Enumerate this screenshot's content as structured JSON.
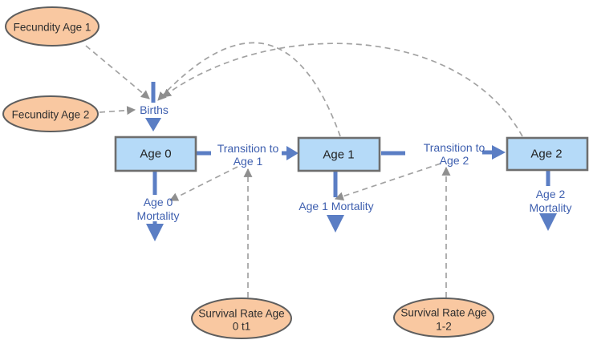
{
  "diagram": {
    "type": "stock-and-flow age cohort model",
    "colors": {
      "stock_fill": "#B5DAF8",
      "stock_border": "#6E6E6E",
      "variable_fill": "#F9C8A1",
      "variable_border": "#5E5E5E",
      "flow_blue": "#5B7EC4",
      "flow_label_blue": "#3E5FAF",
      "connector_gray": "#A2A2A2",
      "text_dark": "#2E2E2E",
      "background": "#FFFFFF"
    },
    "stocks": [
      {
        "id": "age-0",
        "label": "Age 0"
      },
      {
        "id": "age-1",
        "label": "Age 1"
      },
      {
        "id": "age-2",
        "label": "Age 2"
      }
    ],
    "variables": [
      {
        "id": "fecundity-age-1",
        "label": "Fecundity Age 1"
      },
      {
        "id": "fecundity-age-2",
        "label": "Fecundity Age 2"
      },
      {
        "id": "survival-rate-age-0-t1",
        "label_line1": "Survival Rate Age",
        "label_line2": "0 t1"
      },
      {
        "id": "survival-rate-age-1-2",
        "label_line1": "Survival Rate Age",
        "label_line2": "1-2"
      }
    ],
    "flows": [
      {
        "id": "births",
        "label": "Births",
        "from": "source",
        "to": "Age 0"
      },
      {
        "id": "transition-to-age-1",
        "label_line1": "Transition to",
        "label_line2": "Age 1",
        "from": "Age 0",
        "to": "Age 1"
      },
      {
        "id": "transition-to-age-2",
        "label_line1": "Transition to",
        "label_line2": "Age 2",
        "from": "Age 1",
        "to": "Age 2"
      },
      {
        "id": "age-0-mortality",
        "label_line1": "Age 0",
        "label_line2": "Mortality",
        "from": "Age 0",
        "to": "sink"
      },
      {
        "id": "age-1-mortality",
        "label": "Age 1 Mortality",
        "from": "Age 1",
        "to": "sink"
      },
      {
        "id": "age-2-mortality",
        "label_line1": "Age 2",
        "label_line2": "Mortality",
        "from": "Age 2",
        "to": "sink"
      }
    ],
    "connectors": [
      {
        "from": "Fecundity Age 1",
        "to": "Births",
        "style": "dashed-straight"
      },
      {
        "from": "Fecundity Age 2",
        "to": "Births",
        "style": "dashed-straight"
      },
      {
        "from": "Age 1",
        "to": "Births",
        "style": "dashed-arc"
      },
      {
        "from": "Age 2",
        "to": "Births",
        "style": "dashed-arc"
      },
      {
        "from": "Survival Rate Age 0 t1",
        "to": "Transition to Age 1",
        "style": "dashed-straight"
      },
      {
        "from": "Survival Rate Age 1-2",
        "to": "Transition to Age 2",
        "style": "dashed-straight"
      },
      {
        "from": "Transition to Age 1",
        "to": "Age 0 Mortality",
        "style": "dashed-straight"
      },
      {
        "from": "Transition to Age 2",
        "to": "Age 1 Mortality",
        "style": "dashed-straight"
      }
    ]
  }
}
